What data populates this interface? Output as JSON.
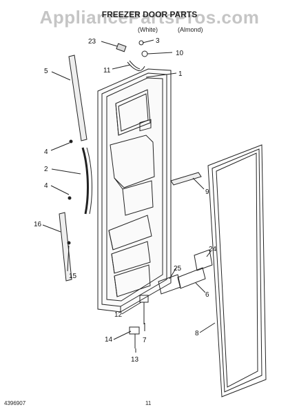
{
  "header": {
    "watermark": "AppliancePartsPros.com",
    "title": "FREEZER DOOR PARTS",
    "variant_white": "(White)",
    "variant_almond": "(Almond)"
  },
  "callouts": [
    "23",
    "3",
    "10",
    "11",
    "1",
    "5",
    "4",
    "2",
    "4",
    "9",
    "16",
    "15",
    "24",
    "25",
    "6",
    "12",
    "7",
    "14",
    "8",
    "13"
  ],
  "footer": {
    "left_code": "4396907",
    "page": "11"
  },
  "colors": {
    "line": "#222222",
    "watermark": "#999999"
  }
}
